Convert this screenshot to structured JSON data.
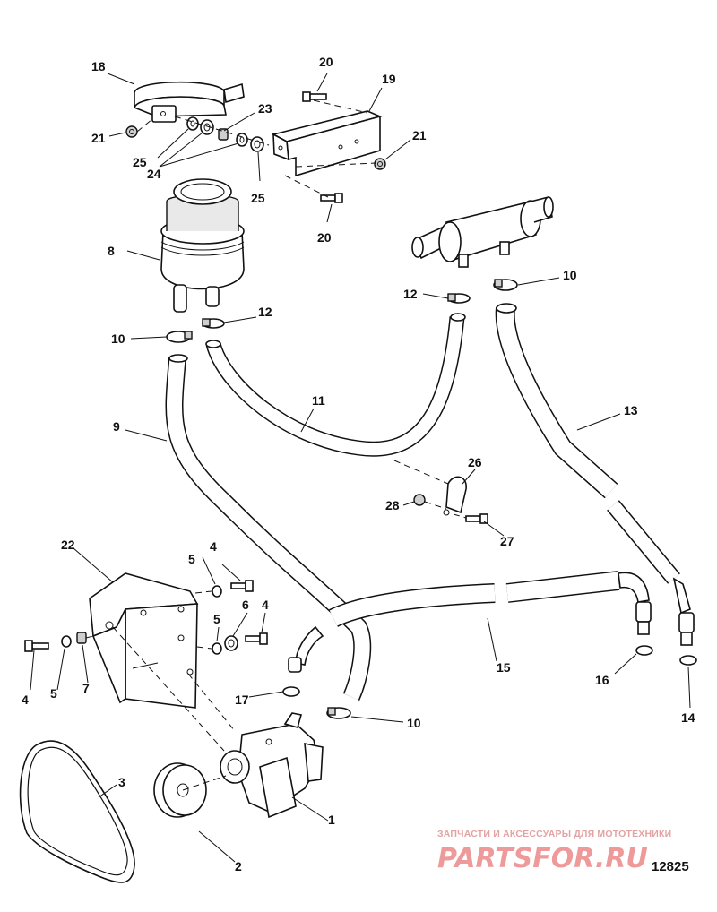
{
  "figure_id": "12825",
  "watermark": {
    "tagline": "ЗАПЧАСТИ И АКСЕССУАРЫ ДЛЯ МОТОТЕХНИКИ",
    "logo": "PARTSFOR.RU"
  },
  "callouts": {
    "c1": "1",
    "c2": "2",
    "c3": "3",
    "c4a": "4",
    "c4b": "4",
    "c4c": "4",
    "c5a": "5",
    "c5b": "5",
    "c5c": "5",
    "c6": "6",
    "c7": "7",
    "c8": "8",
    "c9": "9",
    "c10a": "10",
    "c10b": "10",
    "c10c": "10",
    "c11": "11",
    "c12a": "12",
    "c12b": "12",
    "c13": "13",
    "c14": "14",
    "c15": "15",
    "c16": "16",
    "c17": "17",
    "c18": "18",
    "c19": "19",
    "c20a": "20",
    "c20b": "20",
    "c21a": "21",
    "c21b": "21",
    "c22": "22",
    "c23": "23",
    "c24": "24",
    "c25a": "25",
    "c25b": "25",
    "c26": "26",
    "c27": "27",
    "c28": "28"
  }
}
